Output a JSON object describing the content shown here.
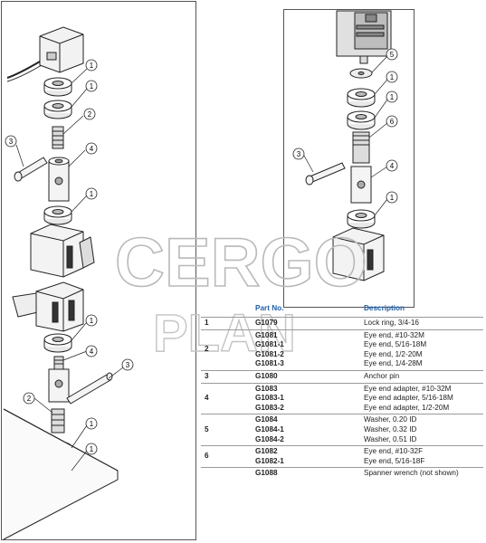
{
  "callouts": {
    "left": [
      "1",
      "1",
      "2",
      "3",
      "4",
      "1",
      "1",
      "4",
      "3",
      "2",
      "1",
      "1"
    ],
    "right": [
      "5",
      "1",
      "1",
      "6",
      "3",
      "4",
      "1"
    ]
  },
  "watermark": {
    "line1": "CERGO",
    "line2": "PLAN"
  },
  "table": {
    "headers": {
      "part_no": "Part No.",
      "description": "Description"
    },
    "rows": [
      {
        "num": "1",
        "parts": [
          "G1079"
        ],
        "descs": [
          "Lock ring, 3/4-16"
        ]
      },
      {
        "num": "2",
        "parts": [
          "G1081",
          "G1081-1",
          "G1081-2",
          "G1081-3"
        ],
        "descs": [
          "Eye end, #10-32M",
          "Eye end, 5/16-18M",
          "Eye end, 1/2-20M",
          "Eye end, 1/4-28M"
        ]
      },
      {
        "num": "3",
        "parts": [
          "G1080"
        ],
        "descs": [
          "Anchor pin"
        ]
      },
      {
        "num": "4",
        "parts": [
          "G1083",
          "G1083-1",
          "G1083-2"
        ],
        "descs": [
          "Eye end adapter, #10-32M",
          "Eye end adapter, 5/16-18M",
          "Eye end adapter, 1/2-20M"
        ]
      },
      {
        "num": "5",
        "parts": [
          "G1084",
          "G1084-1",
          "G1084-2"
        ],
        "descs": [
          "Washer, 0.20 ID",
          "Washer, 0.32 ID",
          "Washer, 0.51 ID"
        ]
      },
      {
        "num": "6",
        "parts": [
          "G1082",
          "G1082-1"
        ],
        "descs": [
          "Eye end, #10-32F",
          "Eye end, 5/16-18F"
        ]
      },
      {
        "num": "",
        "parts": [
          "G1088"
        ],
        "descs": [
          "Spanner wrench (not shown)"
        ]
      }
    ]
  }
}
